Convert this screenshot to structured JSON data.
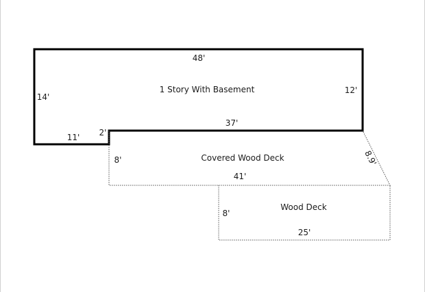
{
  "areas": {
    "house": {
      "name": "1 Story With Basement",
      "dims": {
        "top": "48'",
        "left": "14'",
        "right": "12'",
        "inner_bottom": "37'",
        "notch_bottom": "11'",
        "notch_side": "2'"
      }
    },
    "covered_deck": {
      "name": "Covered Wood Deck",
      "dims": {
        "left": "8'",
        "diagonal": "8.9'",
        "bottom": "41'"
      }
    },
    "wood_deck": {
      "name": "Wood Deck",
      "dims": {
        "left": "8'",
        "bottom": "25'"
      }
    }
  }
}
